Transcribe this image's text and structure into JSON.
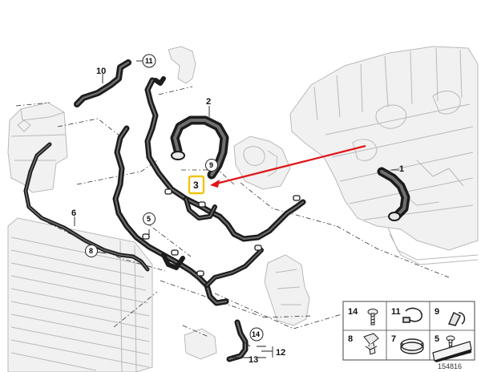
{
  "diagram": {
    "reference_number": "154816",
    "callouts": {
      "c1": "1",
      "c2": "2",
      "c3": "3",
      "c5": "5",
      "c6": "6",
      "c8": "8",
      "c9": "9",
      "c10": "10",
      "c11": "11",
      "c12": "12",
      "c13": "13",
      "c14": "14"
    },
    "highlighted_part": "3",
    "highlight_color": "#f2c40d",
    "arrow_color": "#e0161b",
    "legend": [
      {
        "number": "14",
        "icon": "screw-icon"
      },
      {
        "number": "11",
        "icon": "hose-clip-icon"
      },
      {
        "number": "9",
        "icon": "spring-clip-icon"
      },
      {
        "number": "8",
        "icon": "push-clip-icon"
      },
      {
        "number": "7",
        "icon": "band-clamp-icon"
      },
      {
        "number": "5",
        "icon": "self-tapping-screw-icon"
      },
      {
        "number": "",
        "icon": "wedge-shim-icon"
      }
    ]
  }
}
